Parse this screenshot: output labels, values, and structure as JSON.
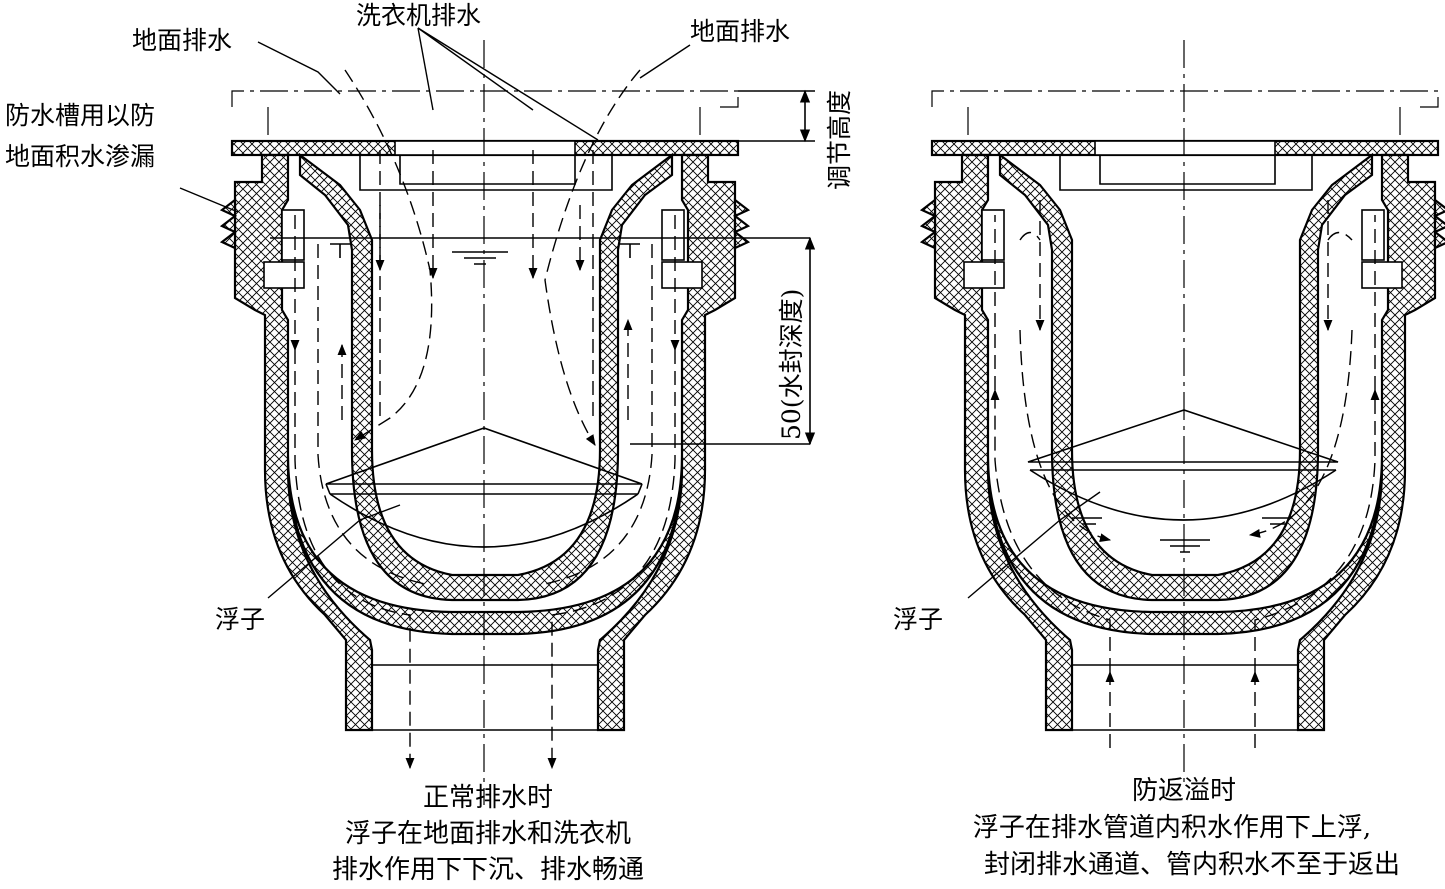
{
  "labels": {
    "floor_drain_left": "地面排水",
    "washer_drain": "洗衣机排水",
    "floor_drain_right": "地面排水",
    "adjust_height": "调节高度",
    "waterproof_line1": "防水槽用以防",
    "waterproof_line2": "地面积水渗漏",
    "seal_depth": "50(水封深度)",
    "float_left": "浮子",
    "float_right": "浮子"
  },
  "captions": {
    "left": [
      "正常排水时",
      "浮子在地面排水和洗衣机",
      "排水作用下下沉、排水畅通"
    ],
    "right": [
      "防返溢时",
      "浮子在排水管道内积水作用下上浮,",
      "封闭排水通道、管内积水不至于返出"
    ]
  }
}
